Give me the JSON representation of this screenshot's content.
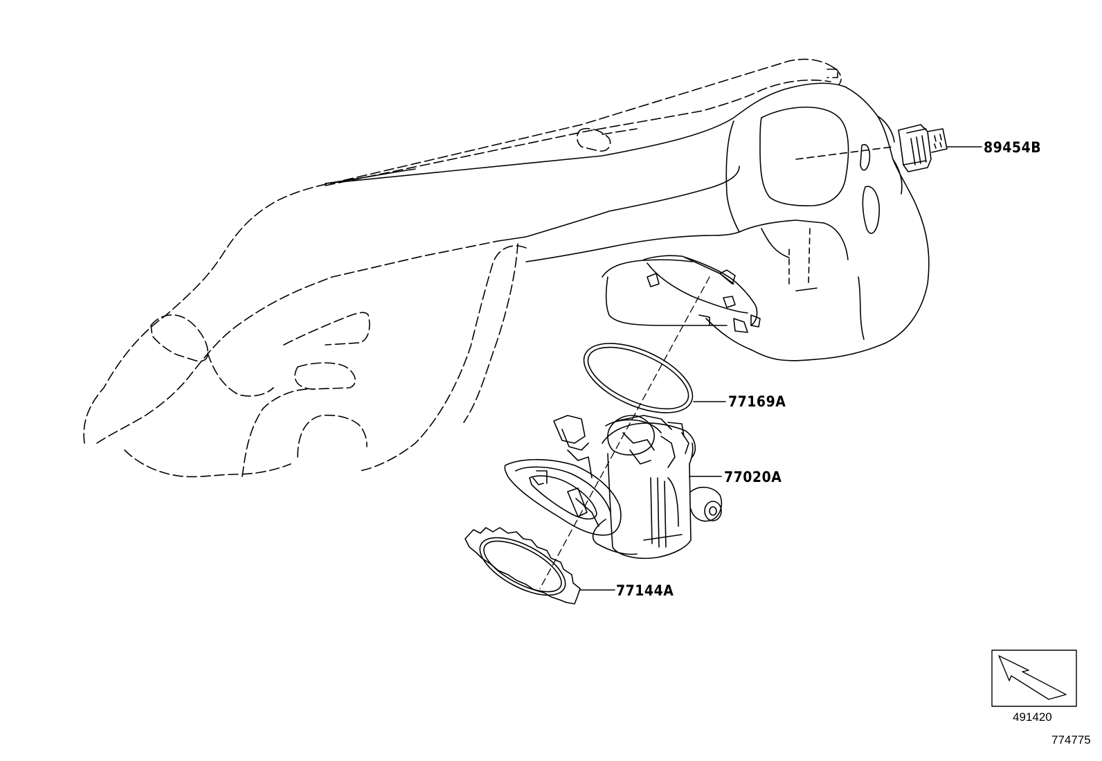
{
  "parts": [
    {
      "label": "89454B"
    },
    {
      "label": "77169A"
    },
    {
      "label": "77020A"
    },
    {
      "label": "77144A"
    }
  ],
  "direction_box": {
    "icon": "front-direction-arrow-icon",
    "code": "491420"
  },
  "illustration_number": "774775",
  "colors": {
    "line": "#000000",
    "background": "#ffffff"
  }
}
